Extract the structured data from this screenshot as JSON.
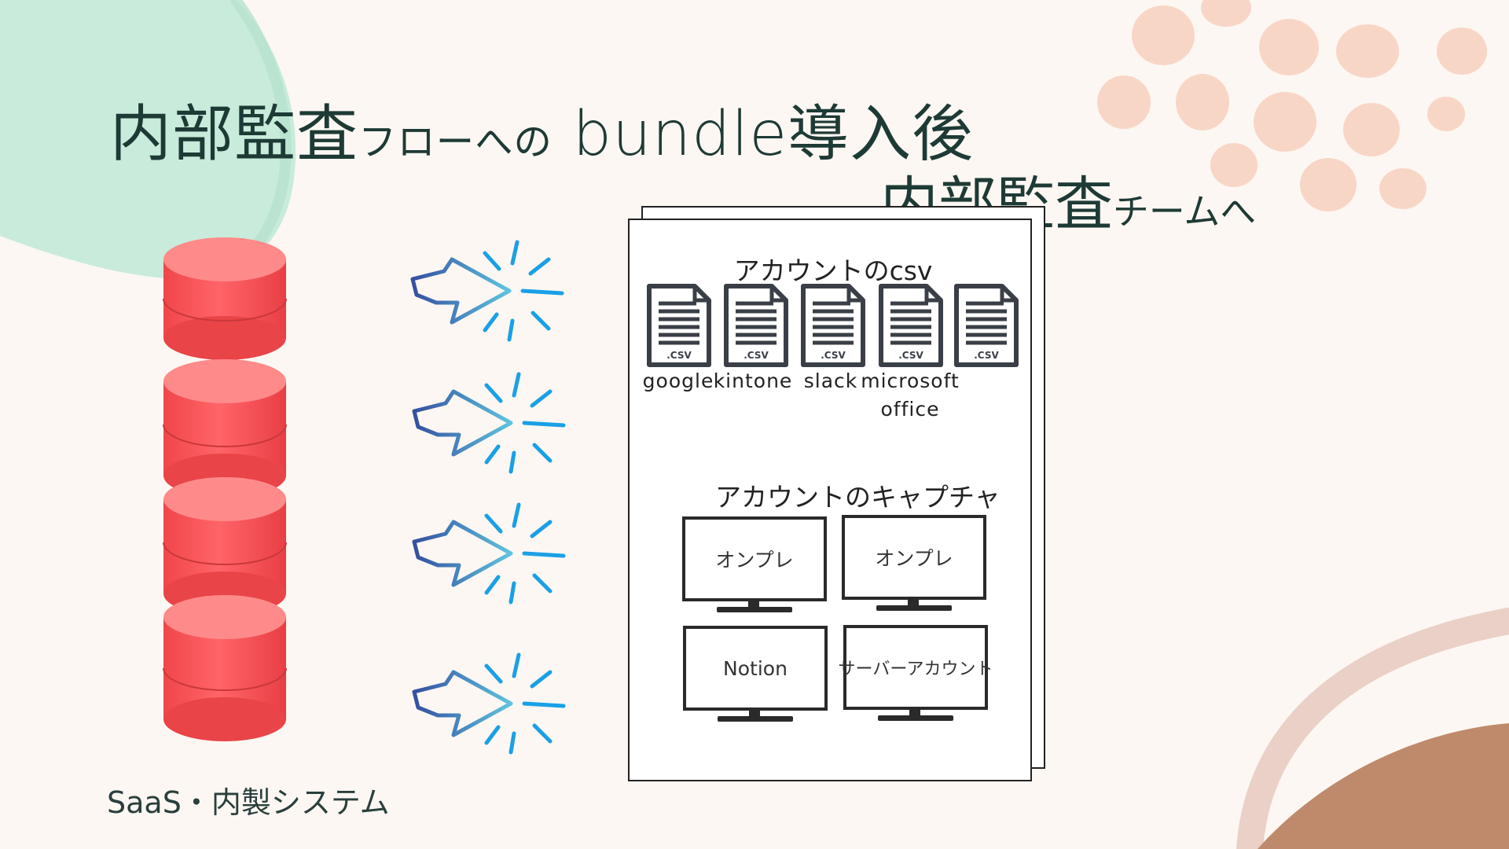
{
  "title": {
    "main_large": "内部監査",
    "main_small": "フローへの",
    "main_large2": " bundle導入後",
    "sub_large": "内部監査",
    "sub_small": "チームへ"
  },
  "source_label": "SaaS・内製システム",
  "csv_section": {
    "title": "アカウントのcsv",
    "file_ext": ".CSV",
    "files": [
      {
        "label": "google"
      },
      {
        "label": "kintone"
      },
      {
        "label": "slack"
      },
      {
        "label": "microsoft office"
      },
      {
        "label": ""
      }
    ]
  },
  "capture_section": {
    "title": "アカウントのキャプチャ",
    "screens": [
      "オンプレ",
      "オンプレ",
      "Notion",
      "サーバーアカウント"
    ]
  },
  "colors": {
    "db_red": "#ff5a5a",
    "arrow_blue": "#2aa3e0",
    "mint": "#c7ead9",
    "peach": "#f7d4c4",
    "brown": "#b98468"
  }
}
